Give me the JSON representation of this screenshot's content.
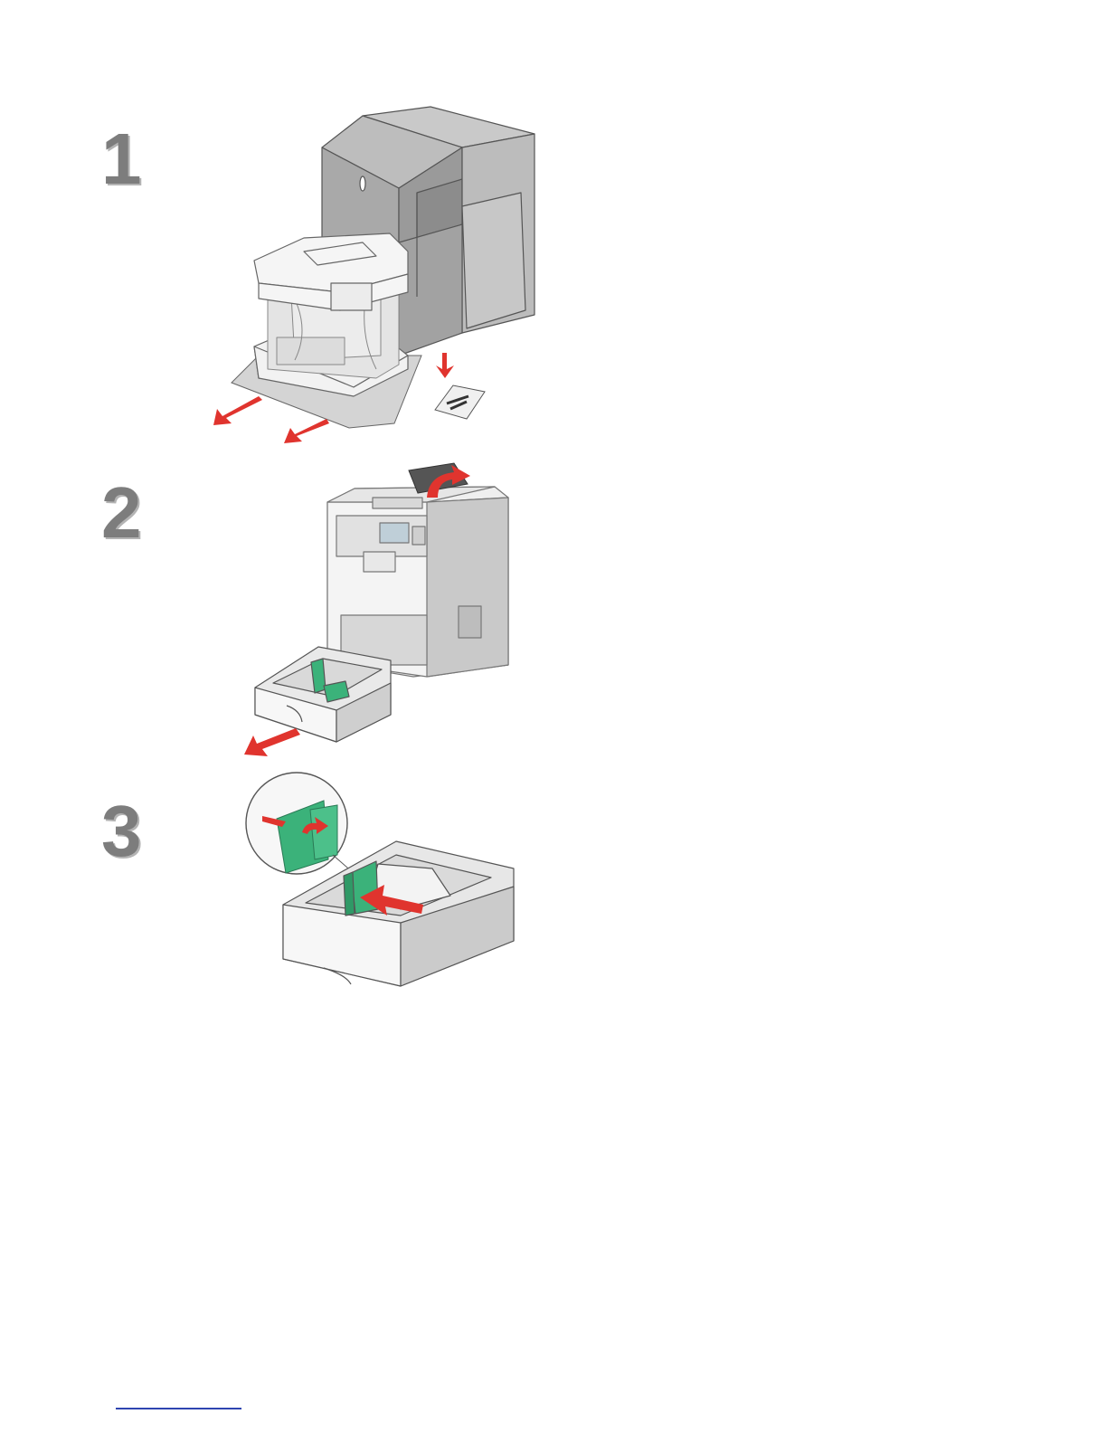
{
  "steps": [
    {
      "number": "1",
      "illustration": "unpack-printer-from-box"
    },
    {
      "number": "2",
      "illustration": "remove-paper-tray-from-printer"
    },
    {
      "number": "3",
      "illustration": "squeeze-and-slide-width-guide"
    }
  ],
  "colors": {
    "step_number": "#7d7d7d",
    "arrow": "#e0342e",
    "guide_green": "#3bb27a",
    "box_gray": "#b8b8b8",
    "link_rule": "#2f45b0"
  }
}
